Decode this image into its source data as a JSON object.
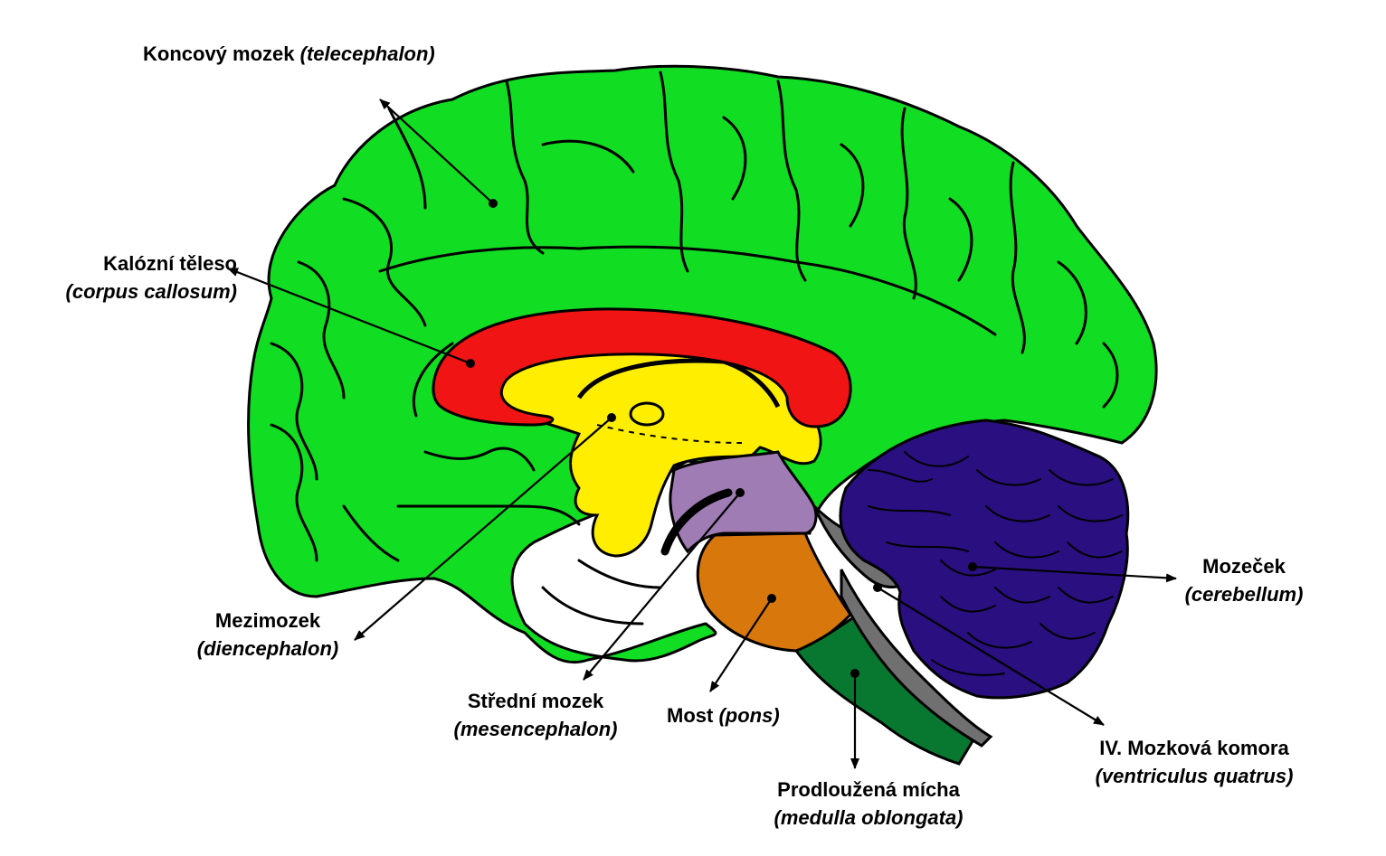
{
  "colors": {
    "telencephalon": "#11dd22",
    "corpus_callosum": "#f01414",
    "diencephalon": "#ffee00",
    "mesencephalon": "#a07cb4",
    "pons": "#d8780c",
    "medulla": "#087830",
    "cerebellum": "#2a0f80",
    "ventricle": "#707070",
    "outline": "#000000"
  },
  "labels": {
    "telencephalon": {
      "name": "Koncový mozek",
      "latin": "(telecephalon)"
    },
    "corpus_callosum": {
      "name": "Kalózní těleso",
      "latin": "(corpus callosum)"
    },
    "diencephalon": {
      "name": "Mezimozek",
      "latin": "(diencephalon)"
    },
    "mesencephalon": {
      "name": "Střední mozek",
      "latin": "(mesencephalon)"
    },
    "pons": {
      "name": "Most",
      "latin": "(pons)"
    },
    "medulla": {
      "name": "Prodloužená mícha",
      "latin": "(medulla oblongata)"
    },
    "ventricle": {
      "name": "IV. Mozková komora",
      "latin": "(ventriculus quatrus)"
    },
    "cerebellum": {
      "name": "Mozeček",
      "latin": "(cerebellum)"
    }
  }
}
